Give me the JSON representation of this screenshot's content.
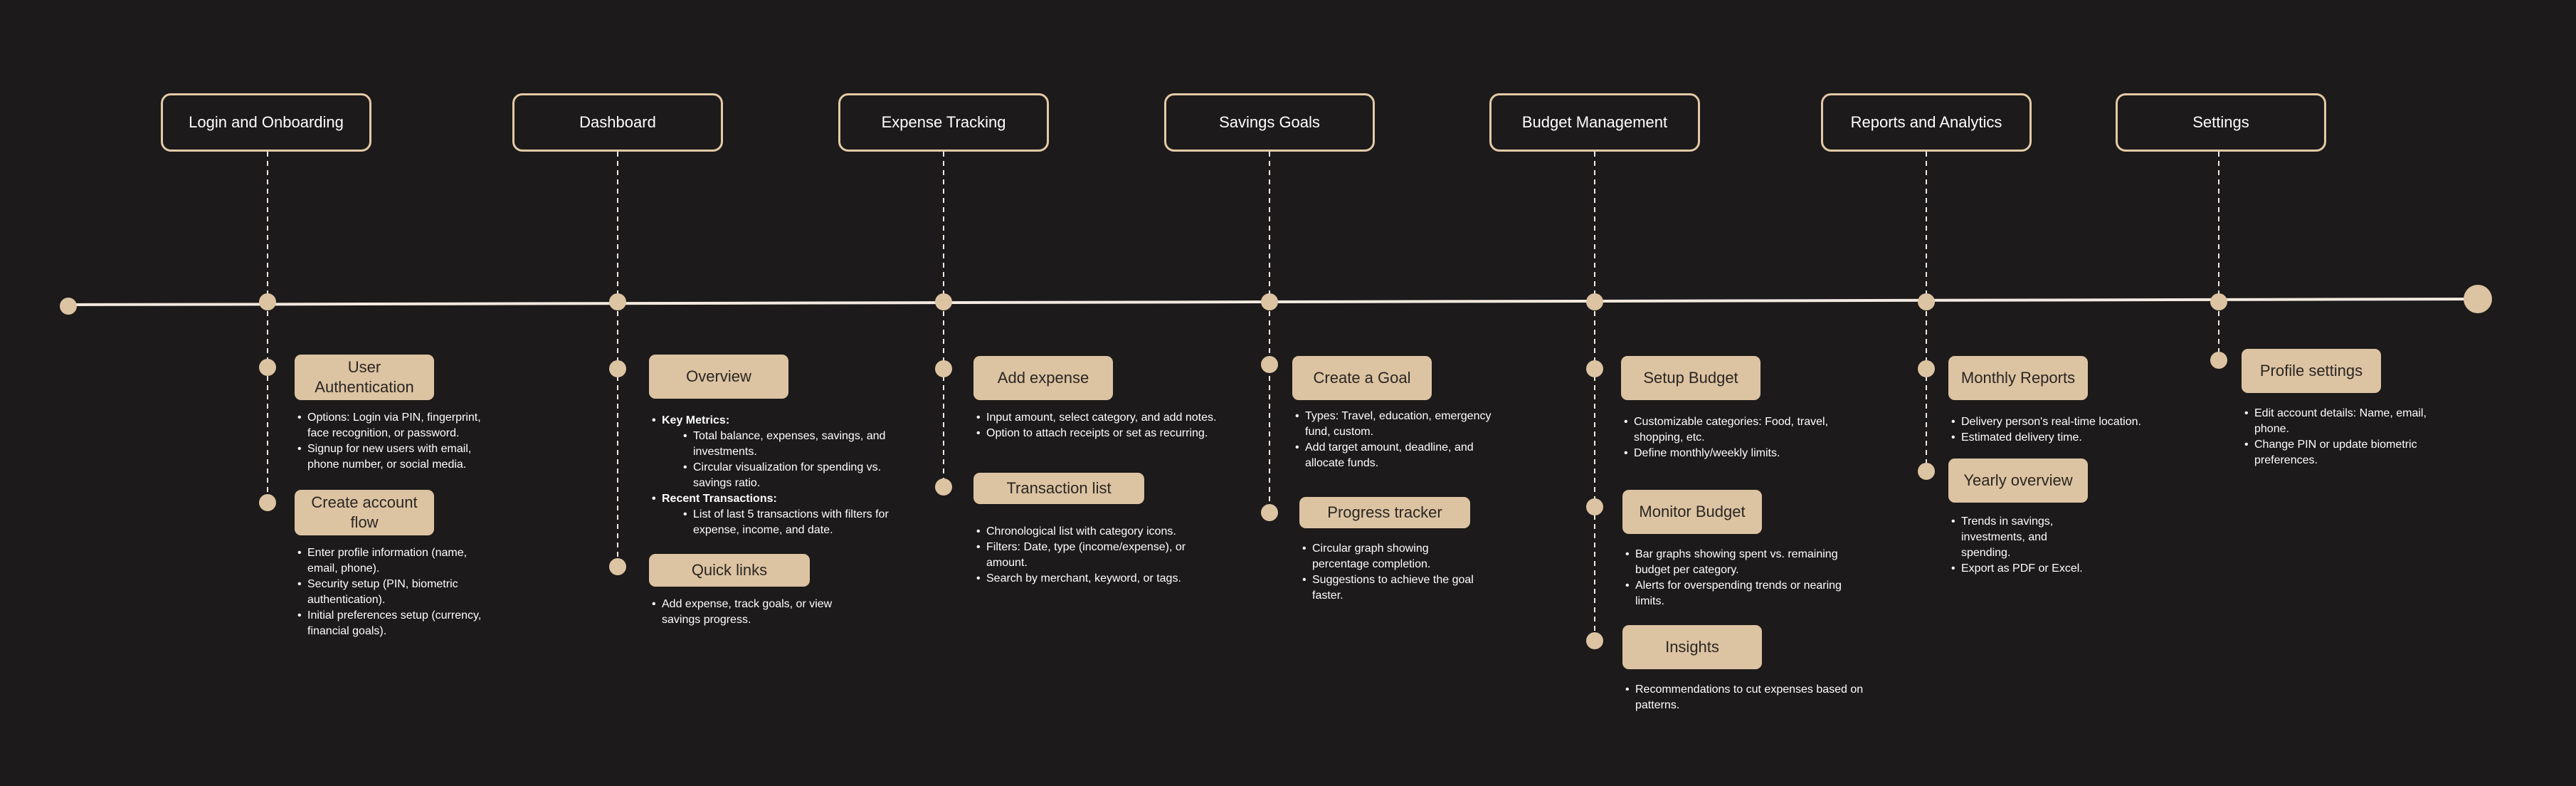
{
  "colors": {
    "background": "#1c1a1a",
    "accent": "#dcc3a2",
    "section_border": "#e3c9a6",
    "timeline": "#f2eadf",
    "card_text": "#2a2622"
  },
  "sections": [
    {
      "title": "Login and Onboarding",
      "items": [
        {
          "label": "User Authentication",
          "notes": [
            {
              "text": "Options: Login via PIN, fingerprint, face recognition, or password."
            },
            {
              "text": "Signup for new users with email, phone number, or social media."
            }
          ]
        },
        {
          "label": "Create account flow",
          "notes": [
            {
              "text": "Enter profile information (name, email, phone)."
            },
            {
              "text": "Security setup (PIN, biometric authentication)."
            },
            {
              "text": "Initial preferences setup (currency, financial goals)."
            }
          ]
        }
      ]
    },
    {
      "title": "Dashboard",
      "items": [
        {
          "label": "Overview",
          "notes": [
            {
              "text": "Key Metrics:",
              "level": "head"
            },
            {
              "text": "Total balance, expenses, savings, and investments.",
              "level": "sub"
            },
            {
              "text": "Circular visualization for spending vs. savings ratio.",
              "level": "sub"
            },
            {
              "text": "Recent Transactions:",
              "level": "head"
            },
            {
              "text": "List of last 5 transactions with filters for expense, income, and date.",
              "level": "sub"
            }
          ]
        },
        {
          "label": "Quick links",
          "notes": [
            {
              "text": "Add expense, track goals, or view savings progress."
            }
          ]
        }
      ]
    },
    {
      "title": "Expense Tracking",
      "items": [
        {
          "label": "Add expense",
          "notes": [
            {
              "text": "Input amount, select category, and add notes."
            },
            {
              "text": "Option to attach receipts or set as recurring."
            }
          ]
        },
        {
          "label": "Transaction list",
          "notes": [
            {
              "text": "Chronological list with category icons."
            },
            {
              "text": "Filters: Date, type (income/expense), or amount."
            },
            {
              "text": "Search by merchant, keyword, or tags."
            }
          ]
        }
      ]
    },
    {
      "title": "Savings Goals",
      "items": [
        {
          "label": "Create a Goal",
          "notes": [
            {
              "text": "Types: Travel, education, emergency fund, custom."
            },
            {
              "text": "Add target amount, deadline, and allocate funds."
            }
          ]
        },
        {
          "label": "Progress tracker",
          "notes": [
            {
              "text": "Circular graph showing percentage completion."
            },
            {
              "text": "Suggestions to achieve the goal faster."
            }
          ]
        }
      ]
    },
    {
      "title": "Budget Management",
      "items": [
        {
          "label": "Setup Budget",
          "notes": [
            {
              "text": "Customizable categories: Food, travel, shopping, etc."
            },
            {
              "text": "Define monthly/weekly limits."
            }
          ]
        },
        {
          "label": "Monitor Budget",
          "notes": [
            {
              "text": "Bar graphs showing spent vs. remaining budget per category."
            },
            {
              "text": "Alerts for overspending trends or nearing limits."
            }
          ]
        },
        {
          "label": "Insights",
          "notes": [
            {
              "text": "Recommendations to cut expenses based on patterns."
            }
          ]
        }
      ]
    },
    {
      "title": "Reports and Analytics",
      "items": [
        {
          "label": "Monthly Reports",
          "notes": [
            {
              "text": "Delivery person's real-time location."
            },
            {
              "text": "Estimated delivery time."
            }
          ]
        },
        {
          "label": "Yearly overview",
          "notes": [
            {
              "text": "Trends in savings, investments, and spending."
            },
            {
              "text": "Export as PDF or Excel."
            }
          ]
        }
      ]
    },
    {
      "title": "Settings",
      "items": [
        {
          "label": "Profile settings",
          "notes": [
            {
              "text": "Edit account details: Name, email, phone."
            },
            {
              "text": "Change PIN or update biometric preferences."
            }
          ]
        }
      ]
    }
  ]
}
